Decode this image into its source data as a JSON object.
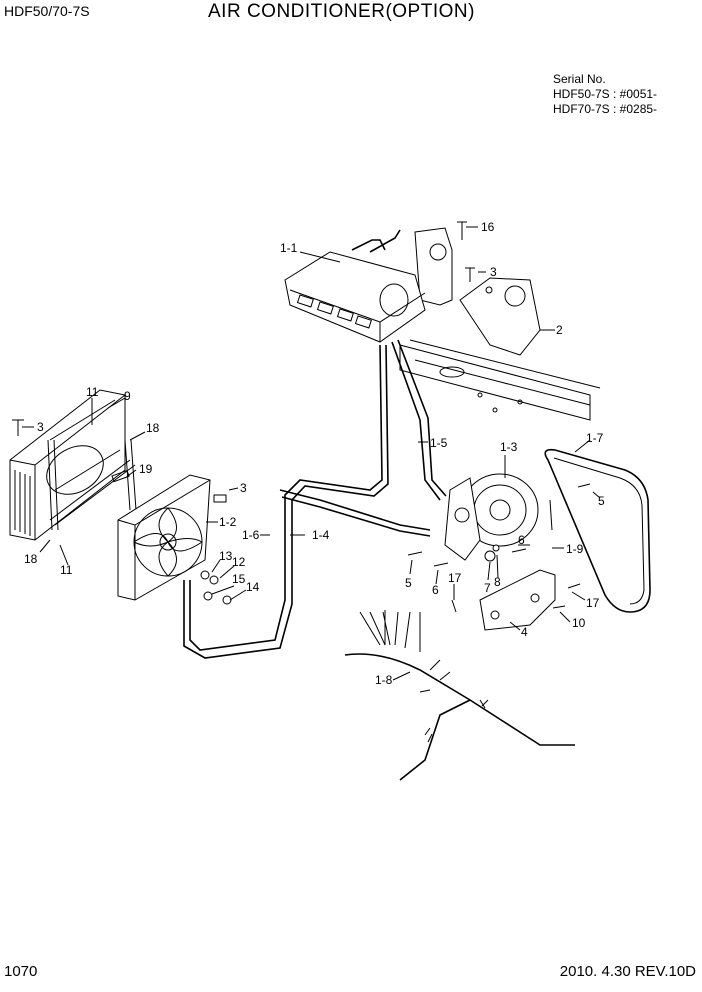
{
  "header": {
    "model": "HDF50/70-7S",
    "title": "AIR CONDITIONER(OPTION)"
  },
  "serial": {
    "heading": "Serial No.",
    "lines": [
      "HDF50-7S : #0051-",
      "HDF70-7S : #0285-"
    ]
  },
  "footer": {
    "page": "1070",
    "revision": "2010. 4.30  REV.10D"
  },
  "callouts": [
    "1-1",
    "16",
    "3",
    "2",
    "11",
    "9",
    "3",
    "18",
    "19",
    "3",
    "1-2",
    "1-5",
    "1-3",
    "1-7",
    "5",
    "1-6",
    "1-4",
    "6",
    "1-9",
    "13",
    "12",
    "15",
    "14",
    "5",
    "6",
    "17",
    "7",
    "8",
    "17",
    "10",
    "4",
    "18",
    "11",
    "1-8"
  ]
}
